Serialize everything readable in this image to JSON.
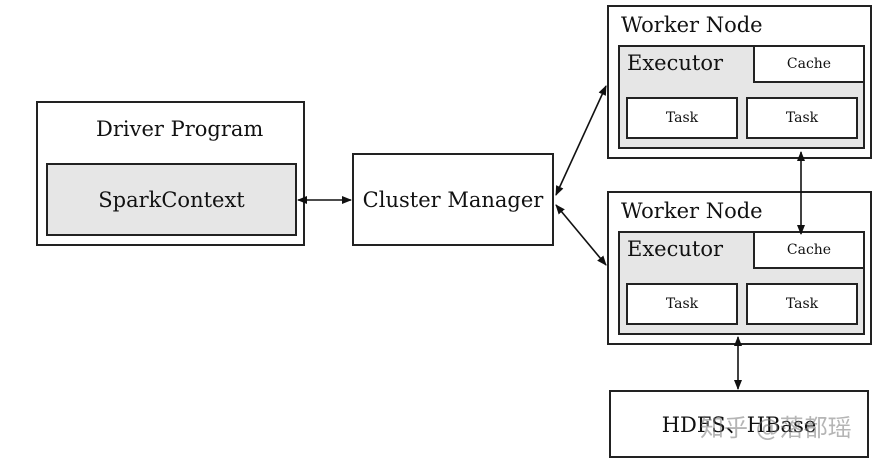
{
  "driver": {
    "title": "Driver Program",
    "context": "SparkContext"
  },
  "cluster_manager": {
    "label": "Cluster Manager"
  },
  "worker_nodes": [
    {
      "title": "Worker Node",
      "executor": "Executor",
      "cache": "Cache",
      "tasks": [
        "Task",
        "Task"
      ]
    },
    {
      "title": "Worker Node",
      "executor": "Executor",
      "cache": "Cache",
      "tasks": [
        "Task",
        "Task"
      ]
    }
  ],
  "storage": {
    "label": "HDFS、HBase"
  },
  "watermark": "知乎 @落都瑶"
}
